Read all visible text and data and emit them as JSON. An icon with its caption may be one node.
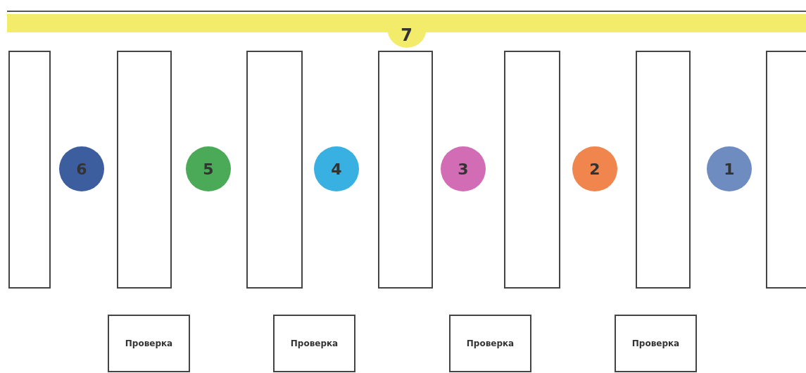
{
  "diagram": {
    "nodes": [
      {
        "text": [
          "7"
        ]
      },
      {
        "text": [],
        "shape": "box"
      },
      {
        "text": [
          "6"
        ]
      },
      {
        "text": [],
        "shape": "box"
      },
      {
        "text": [
          "5"
        ]
      },
      {
        "text": [],
        "shape": "box"
      },
      {
        "text": [
          "4"
        ]
      },
      {
        "text": [],
        "shape": "box"
      },
      {
        "text": [
          "3"
        ]
      },
      {
        "text": [],
        "shape": "box"
      },
      {
        "text": [
          "2"
        ]
      },
      {
        "text": [],
        "shape": "box"
      },
      {
        "text": [
          "1"
        ]
      },
      {
        "text": [],
        "shape": "box"
      },
      {
        "text": [
          "Проверка"
        ]
      },
      {
        "text": [
          "Проверка"
        ]
      },
      {
        "text": [
          "Проверка"
        ]
      },
      {
        "text": [
          "Проверка"
        ]
      }
    ],
    "edges": []
  }
}
